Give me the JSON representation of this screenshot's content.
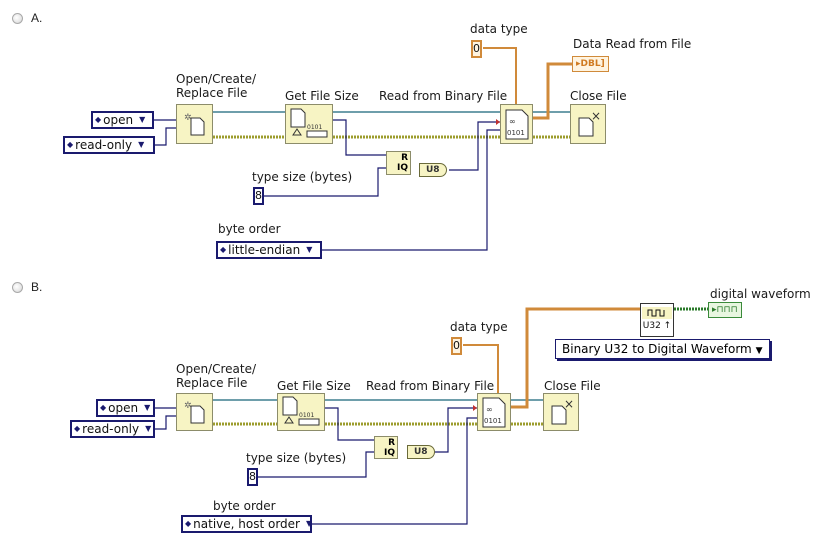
{
  "options": [
    {
      "letter": "A.",
      "nodes": {
        "open_create": "Open/Create/\nReplace File",
        "open_create_l1": "Open/Create/",
        "open_create_l2": "Replace File",
        "get_file_size": "Get File Size",
        "read_binary": "Read from Binary File",
        "close_file": "Close File"
      },
      "controls": {
        "operation": "open",
        "access": "read-only",
        "type_size_label": "type size (bytes)",
        "type_size_value": "8",
        "byte_order_label": "byte order",
        "byte_order_value": "little-endian",
        "data_type_label": "data type",
        "data_type_value": "0"
      },
      "conversion": "U8",
      "divide_labels": {
        "r": "R",
        "iq": "IQ"
      },
      "indicator": {
        "label": "Data Read from File",
        "value": "DBL"
      },
      "read_icon_text": "0101",
      "size_icon_text": "0101"
    },
    {
      "letter": "B.",
      "nodes": {
        "open_create_l1": "Open/Create/",
        "open_create_l2": "Replace File",
        "get_file_size": "Get File Size",
        "read_binary": "Read from Binary File",
        "close_file": "Close File"
      },
      "controls": {
        "operation": "open",
        "access": "read-only",
        "type_size_label": "type size (bytes)",
        "type_size_value": "8",
        "byte_order_label": "byte order",
        "byte_order_value": "native, host order",
        "data_type_label": "data type",
        "data_type_value": "0"
      },
      "conversion": "U8",
      "divide_labels": {
        "r": "R",
        "iq": "IQ"
      },
      "waveform_converter": {
        "type": "U32",
        "ring": "Binary U32 to Digital Waveform"
      },
      "indicator": {
        "label": "digital waveform"
      },
      "read_icon_text": "0101",
      "size_icon_text": "0101"
    }
  ],
  "colors": {
    "refnum_wire": "#3f7f8f",
    "error_wire": "#9c9c2c",
    "int_wire": "#1a1a6e",
    "dbl_wire": "#d08a3a",
    "digital_wire": "#2a7a2a"
  }
}
